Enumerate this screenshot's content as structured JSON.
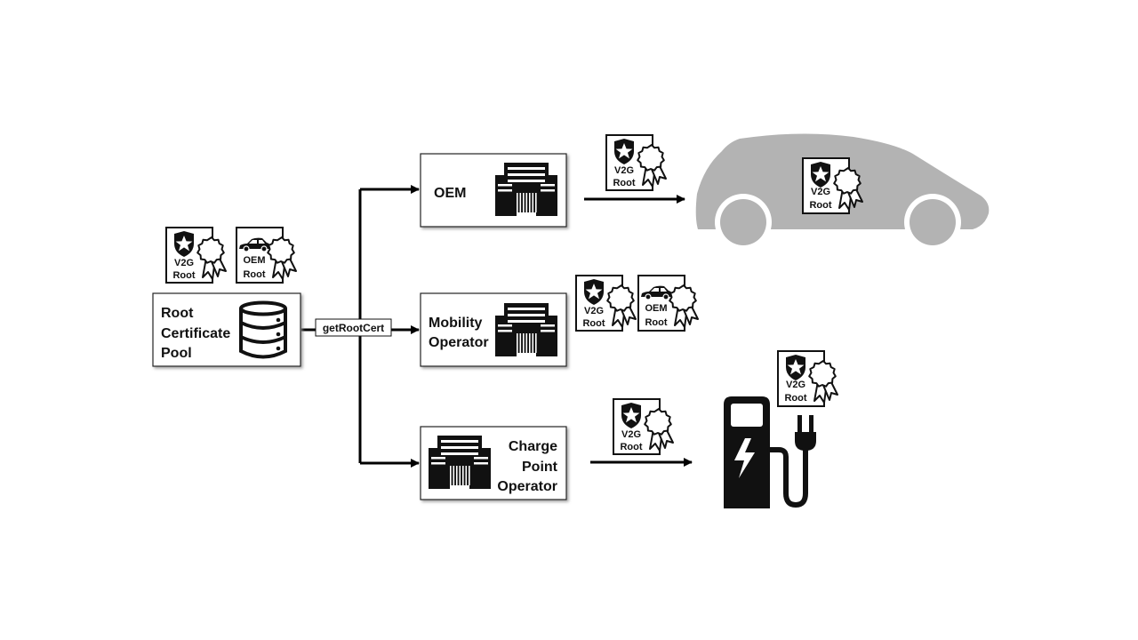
{
  "root_pool": {
    "lines": [
      "Root",
      "Certificate",
      "Pool"
    ]
  },
  "edge_label": "getRootCert",
  "oem": {
    "label": "OEM"
  },
  "mobility": {
    "lines": [
      "Mobility",
      "Operator"
    ]
  },
  "cpo": {
    "lines": [
      "Charge",
      "Point",
      "Operator"
    ]
  },
  "certs": {
    "v2g": [
      "V2G",
      "Root"
    ],
    "oem": [
      "OEM",
      "Root"
    ]
  },
  "colors": {
    "line": "#000000",
    "box_border": "#222222",
    "box_shadow": "#9a9a9a",
    "car": "#b3b3b3"
  }
}
